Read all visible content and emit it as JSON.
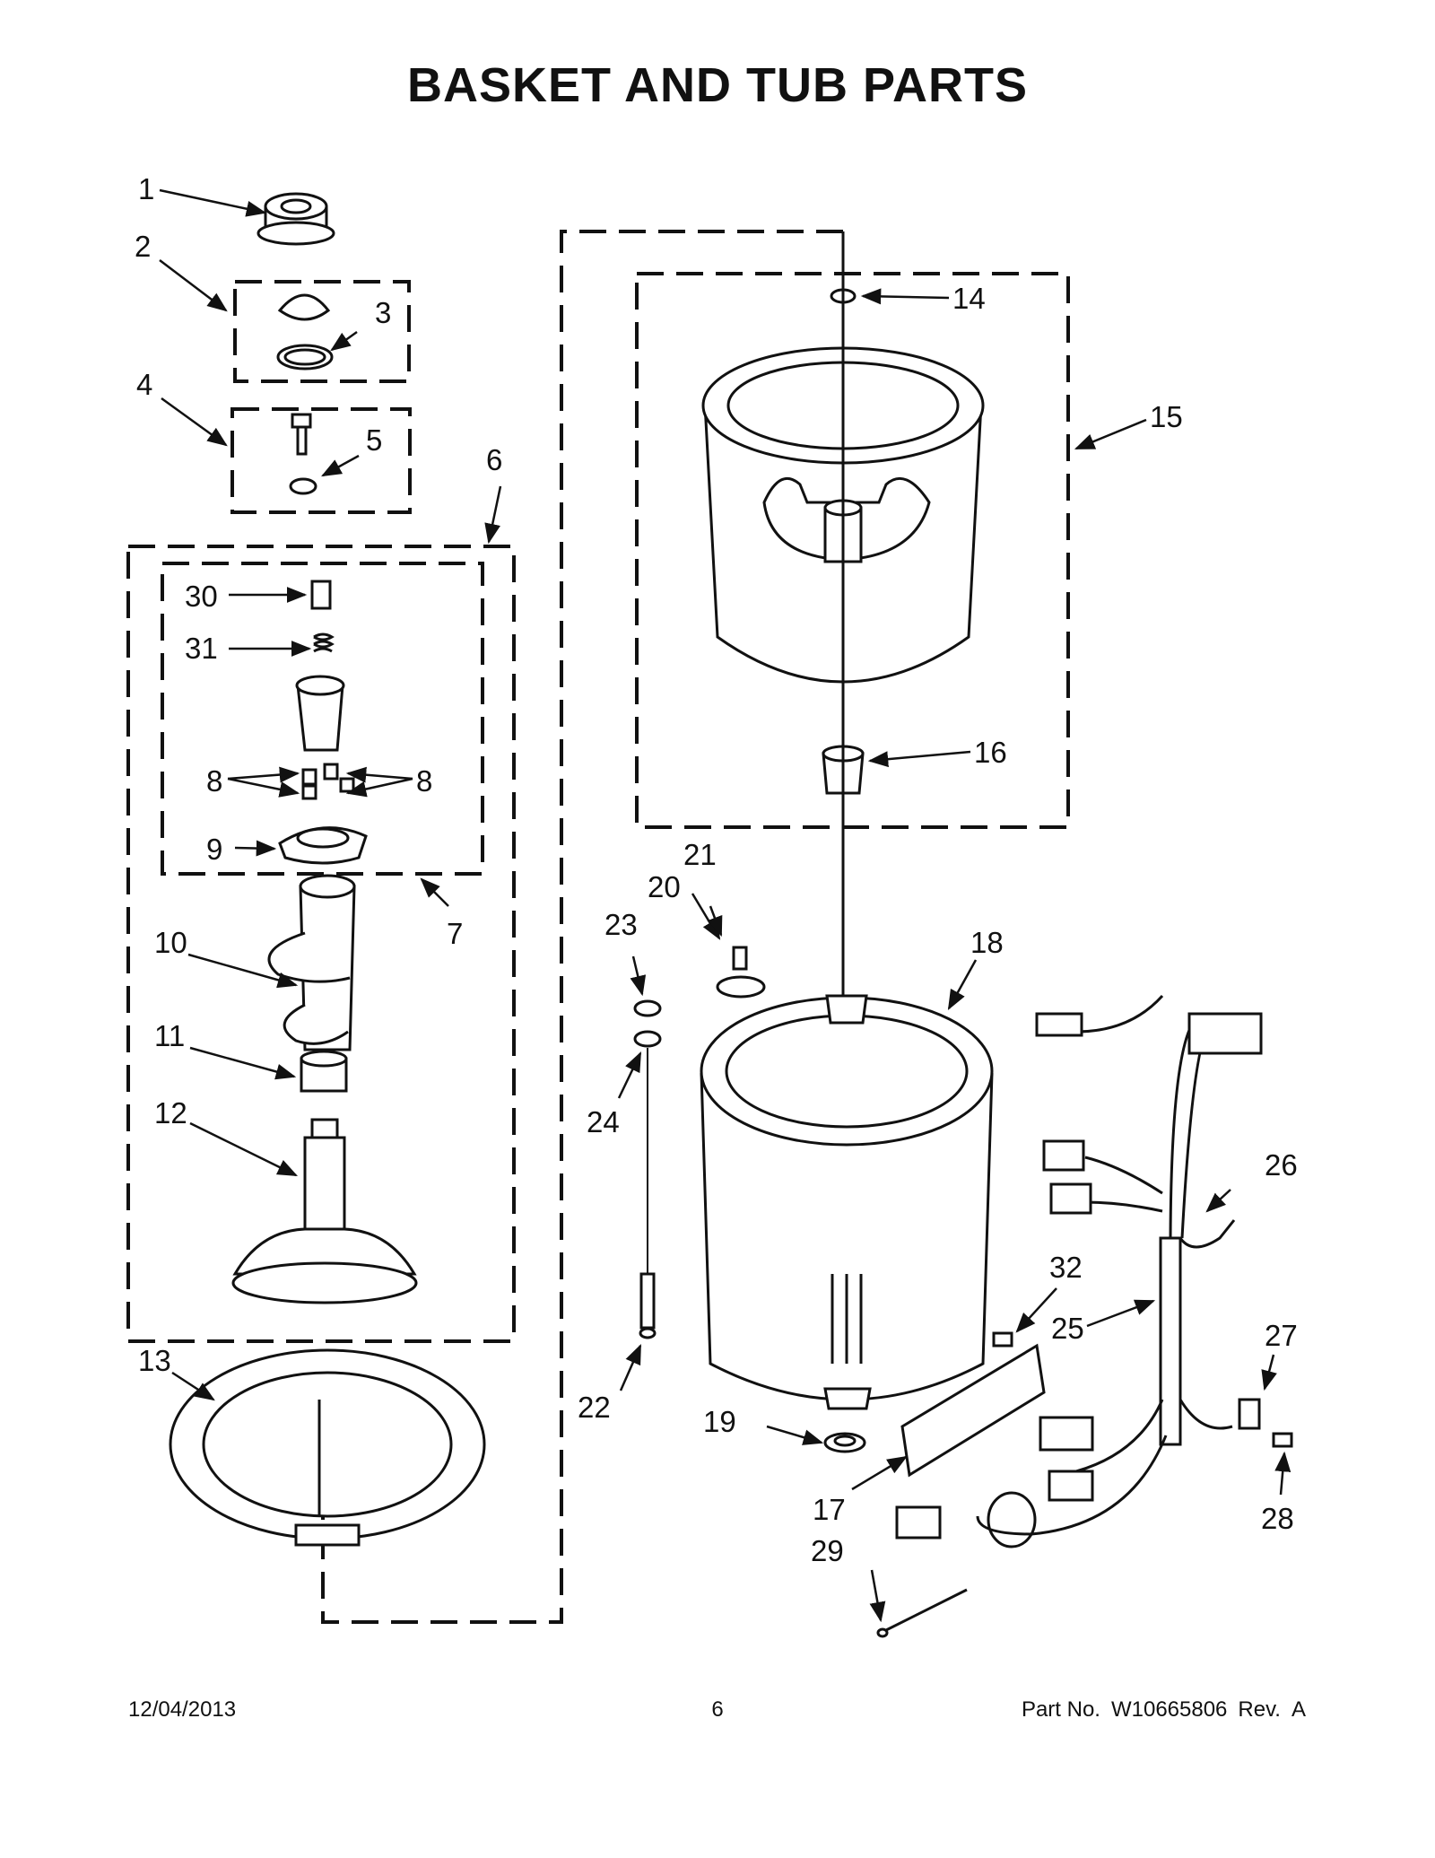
{
  "title": "BASKET AND TUB PARTS",
  "callouts": [
    {
      "id": "c1",
      "label": "1"
    },
    {
      "id": "c2",
      "label": "2"
    },
    {
      "id": "c3",
      "label": "3"
    },
    {
      "id": "c4",
      "label": "4"
    },
    {
      "id": "c5",
      "label": "5"
    },
    {
      "id": "c6",
      "label": "6"
    },
    {
      "id": "c7",
      "label": "7"
    },
    {
      "id": "c8a",
      "label": "8"
    },
    {
      "id": "c8b",
      "label": "8"
    },
    {
      "id": "c9",
      "label": "9"
    },
    {
      "id": "c10",
      "label": "10"
    },
    {
      "id": "c11",
      "label": "11"
    },
    {
      "id": "c12",
      "label": "12"
    },
    {
      "id": "c13",
      "label": "13"
    },
    {
      "id": "c14",
      "label": "14"
    },
    {
      "id": "c15",
      "label": "15"
    },
    {
      "id": "c16",
      "label": "16"
    },
    {
      "id": "c17",
      "label": "17"
    },
    {
      "id": "c18",
      "label": "18"
    },
    {
      "id": "c19",
      "label": "19"
    },
    {
      "id": "c20",
      "label": "20"
    },
    {
      "id": "c21",
      "label": "21"
    },
    {
      "id": "c22",
      "label": "22"
    },
    {
      "id": "c23",
      "label": "23"
    },
    {
      "id": "c24",
      "label": "24"
    },
    {
      "id": "c25",
      "label": "25"
    },
    {
      "id": "c26",
      "label": "26"
    },
    {
      "id": "c27",
      "label": "27"
    },
    {
      "id": "c28",
      "label": "28"
    },
    {
      "id": "c29",
      "label": "29"
    },
    {
      "id": "c30",
      "label": "30"
    },
    {
      "id": "c31",
      "label": "31"
    },
    {
      "id": "c32",
      "label": "32"
    }
  ],
  "footer": {
    "date": "12/04/2013",
    "page": "6",
    "part_label": "Part No.",
    "part_number": "W10665806",
    "rev_label": "Rev.",
    "rev": "A"
  }
}
